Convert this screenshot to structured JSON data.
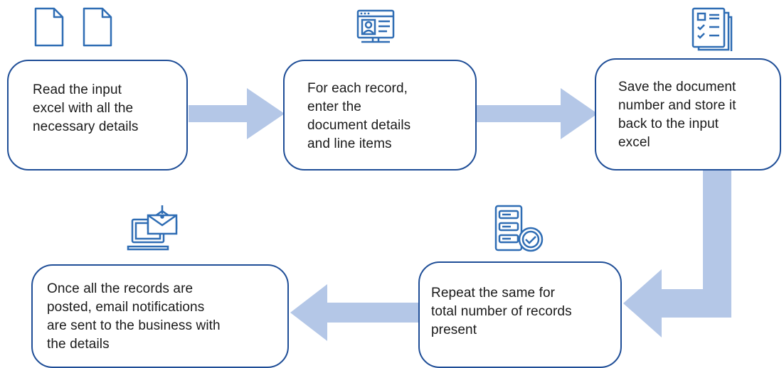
{
  "steps": [
    {
      "id": "read",
      "text": "Read the input\nexcel with all the\nnecessary details",
      "icon": "document-pair-icon"
    },
    {
      "id": "enter",
      "text": "For each record,\nenter the\ndocument  details\nand line  items",
      "icon": "web-form-icon"
    },
    {
      "id": "save",
      "text": "Save the document\nnumber and store it\nback to the input\nexcel",
      "icon": "checklist-icon"
    },
    {
      "id": "repeat",
      "text": "Repeat the same for\ntotal number of records\npresent",
      "icon": "server-check-icon"
    },
    {
      "id": "notify",
      "text": "Once all the records are\nposted, email notifications\nare sent to the business with\nthe details",
      "icon": "laptop-email-icon"
    }
  ],
  "colors": {
    "box_border": "#1f4e97",
    "arrow": "#b4c7e7",
    "icon": "#2f6db4"
  }
}
